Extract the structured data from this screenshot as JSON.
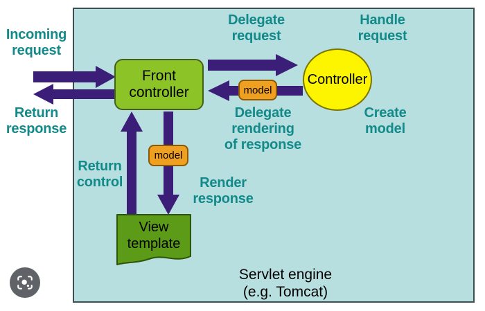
{
  "diagram": {
    "container": {
      "name": "Servlet engine container",
      "caption": "Servlet engine\n(e.g. Tomcat)",
      "fill": "#b8dfe0",
      "border": "#3d4f52"
    },
    "nodes": {
      "front_controller": {
        "label": "Front\ncontroller",
        "fill": "#8cc428",
        "border": "#44611a"
      },
      "controller": {
        "label": "Controller",
        "fill": "#fdf500",
        "border": "#7a7600"
      },
      "view_template": {
        "label": "View\ntemplate",
        "fill": "#5b9b17",
        "border": "#2f5409"
      },
      "model_badge_top": {
        "label": "model",
        "fill": "#f0a020",
        "border": "#8a5a06"
      },
      "model_badge_bottom": {
        "label": "model",
        "fill": "#f0a020",
        "border": "#8a5a06"
      }
    },
    "labels": {
      "incoming_request": "Incoming\nrequest",
      "return_response": "Return\nresponse",
      "delegate_request": "Delegate\nrequest",
      "handle_request": "Handle\nrequest",
      "delegate_rendering": "Delegate\nrendering\nof response",
      "create_model": "Create\nmodel",
      "return_control": "Return\ncontrol",
      "render_response": "Render\nresponse"
    },
    "colors": {
      "label_teal": "#128a89",
      "arrow_purple": "#3b1e78",
      "caption_black": "#000000"
    },
    "arrows": [
      {
        "name": "incoming-request-arrow",
        "direction": "right"
      },
      {
        "name": "return-response-arrow",
        "direction": "left"
      },
      {
        "name": "delegate-request-arrow",
        "direction": "right"
      },
      {
        "name": "return-model-arrow",
        "direction": "left"
      },
      {
        "name": "return-control-arrow",
        "direction": "up"
      },
      {
        "name": "render-response-arrow",
        "direction": "down"
      }
    ]
  },
  "overlay": {
    "lens_button": {
      "icon": "google-lens-icon",
      "background": "#5f6368"
    }
  }
}
